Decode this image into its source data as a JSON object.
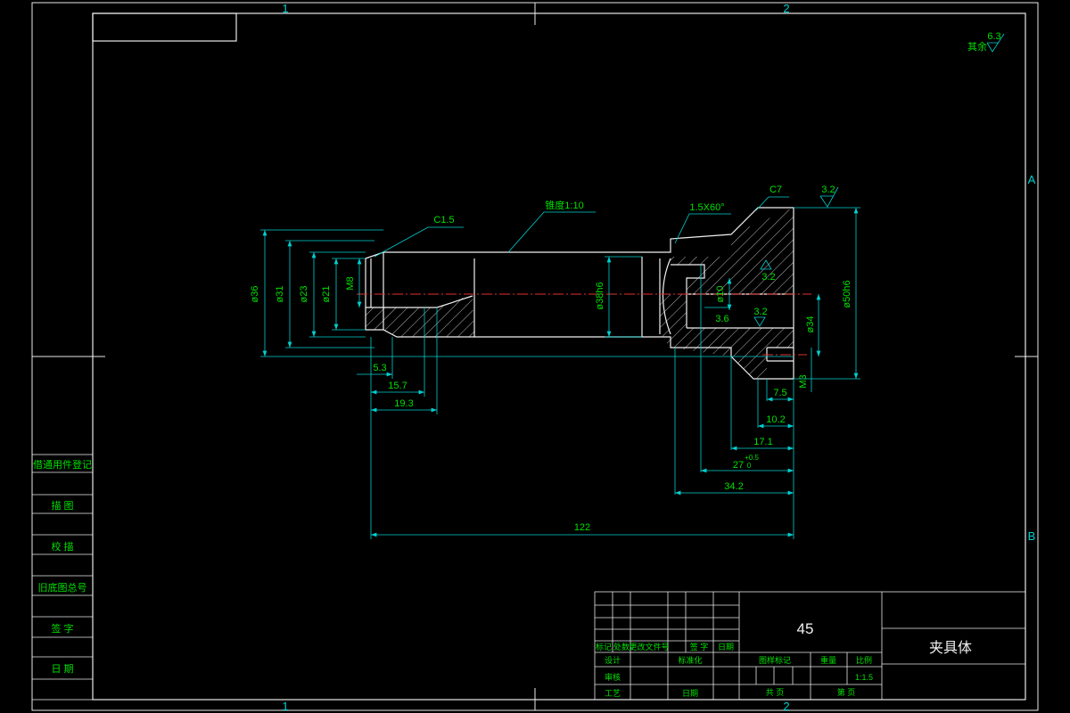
{
  "title_block": {
    "material": "45",
    "part_name": "夹具体",
    "scale": "1:1.5",
    "labels": {
      "mark": "标记",
      "count": "处数",
      "change_doc": "更改文件号",
      "sign": "签 字",
      "date": "日期",
      "design": "设计",
      "standardize": "标准化",
      "review": "审核",
      "process": "工艺",
      "approve": "日期",
      "stage_mark": "图样标记",
      "weight": "重量",
      "ratio": "比例",
      "total": "共   页",
      "sheet": "第   页"
    }
  },
  "side_table": {
    "rows": [
      "借通用件登记",
      "描 图",
      "校 描",
      "旧底图总号",
      "签 字",
      "日 期"
    ]
  },
  "zones": {
    "top": [
      "1",
      "2"
    ],
    "bottom": [
      "1",
      "2"
    ],
    "right": [
      "A",
      "B"
    ]
  },
  "annotations": {
    "roughness_default_value": "6.3",
    "roughness_default_label": "其余",
    "roughness_1": "3.2",
    "roughness_2": "3.2",
    "roughness_3": "3.2",
    "taper": "锥度1:10",
    "chamfer_left": "C1.5",
    "chamfer_right": "C7",
    "groove": "1.5X60°"
  },
  "dimensions": {
    "d36": "ø36",
    "d31": "ø31",
    "d23": "ø23",
    "d21": "ø21",
    "m8": "M8",
    "d38": "ø38h6",
    "d10": "ø10",
    "d34": "ø34",
    "d50": "ø50h6",
    "m3": "M3",
    "l53": "5.3",
    "l157": "15.7",
    "l193": "19.3",
    "l36": "3.6",
    "l75": "7.5",
    "l102": "10.2",
    "l171": "17.1",
    "l27": "27",
    "l27_upper": "+0.5",
    "l27_lower": "0",
    "l342": "34.2",
    "l122": "122"
  },
  "colors": {
    "background": "#000000",
    "frame": "#e8e8e8",
    "dimension": "#00d0d0",
    "text": "#00e000",
    "centerline": "#e03030"
  }
}
